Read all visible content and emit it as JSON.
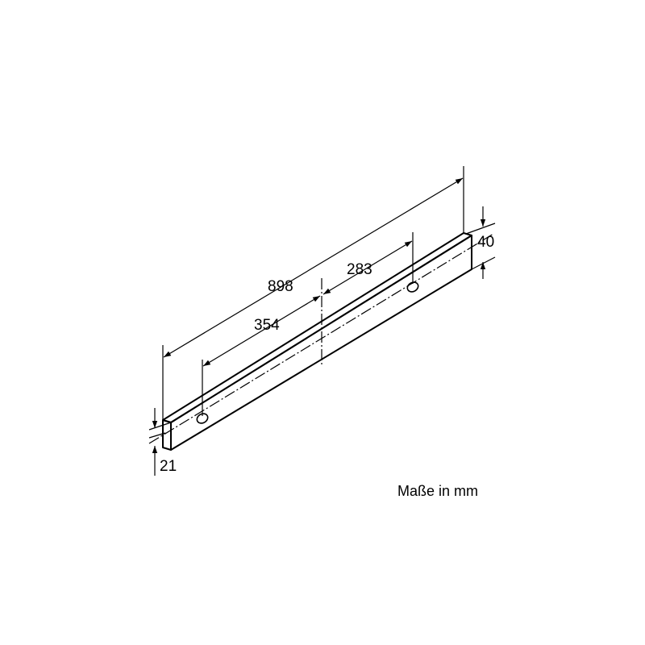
{
  "diagram": {
    "note": "Maße in mm",
    "dimensions": {
      "total_length": "898",
      "hole_offset_left": "354",
      "hole_offset_right": "283",
      "height": "40",
      "depth": "21"
    }
  }
}
